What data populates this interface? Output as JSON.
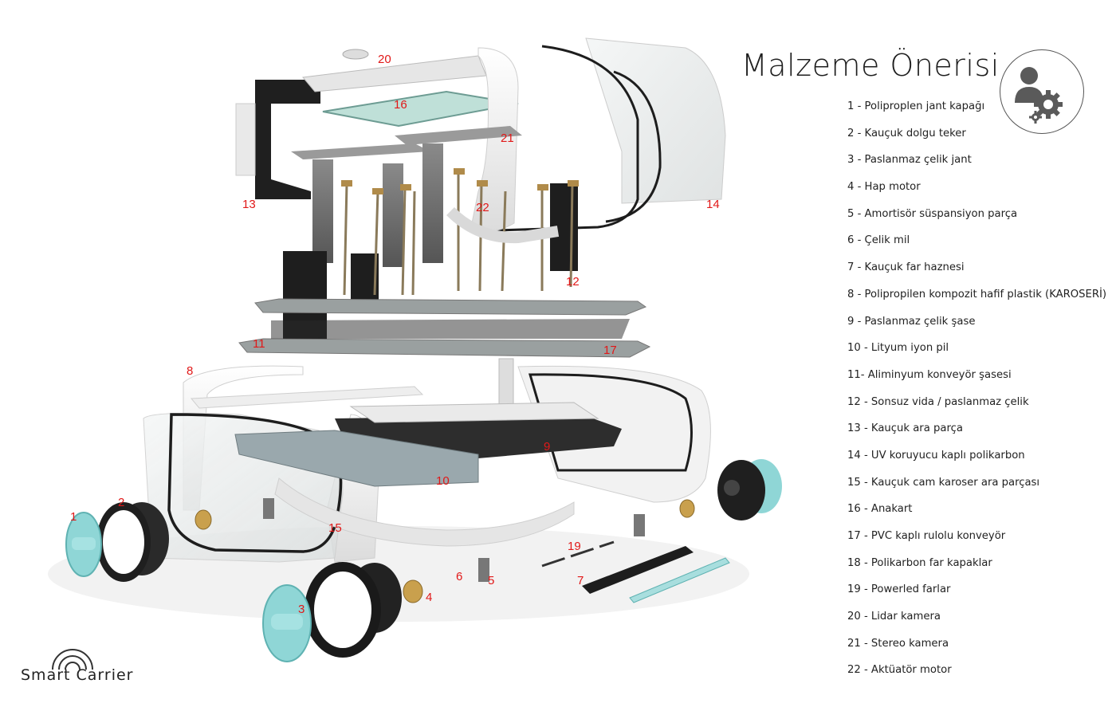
{
  "title": "Malzeme Önerisi",
  "badge_icon": "user-gear-icon",
  "legend": [
    "1 - Poliproplen jant kapağı",
    "2 - Kauçuk dolgu teker",
    "3 - Paslanmaz çelik jant",
    "4 - Hap motor",
    "5 - Amortisör süspansiyon parça",
    "6 - Çelik mil",
    "7 - Kauçuk far haznesi",
    "8 - Polipropilen kompozit hafif plastik (KAROSERİ)",
    "9 - Paslanmaz çelik şase",
    "10 - Lityum iyon pil",
    "11- Aliminyum konveyör şasesi",
    "12 - Sonsuz vida / paslanmaz çelik",
    "13 - Kauçuk ara parça",
    "14 - UV koruyucu kaplı polikarbon",
    "15 - Kauçuk cam karoser ara parçası",
    "16 - Anakart",
    "17 - PVC kaplı rulolu konveyör",
    "18 - Polikarbon far kapaklar",
    "19 - Powerled farlar",
    "20 - Lidar kamera",
    "21 - Stereo kamera",
    "22 - Aktüatör motor"
  ],
  "callouts": [
    "1",
    "2",
    "3",
    "4",
    "5",
    "6",
    "7",
    "8",
    "9",
    "10",
    "11",
    "12",
    "13",
    "14",
    "15",
    "16",
    "17",
    "19",
    "20",
    "21",
    "22"
  ],
  "logo": {
    "text": "Smart Carrier"
  },
  "colors": {
    "callout": "#e11818",
    "wheel_accent": "#8fd6d6",
    "frame": "#2b2b2b",
    "glass": "#bfe0d8"
  }
}
